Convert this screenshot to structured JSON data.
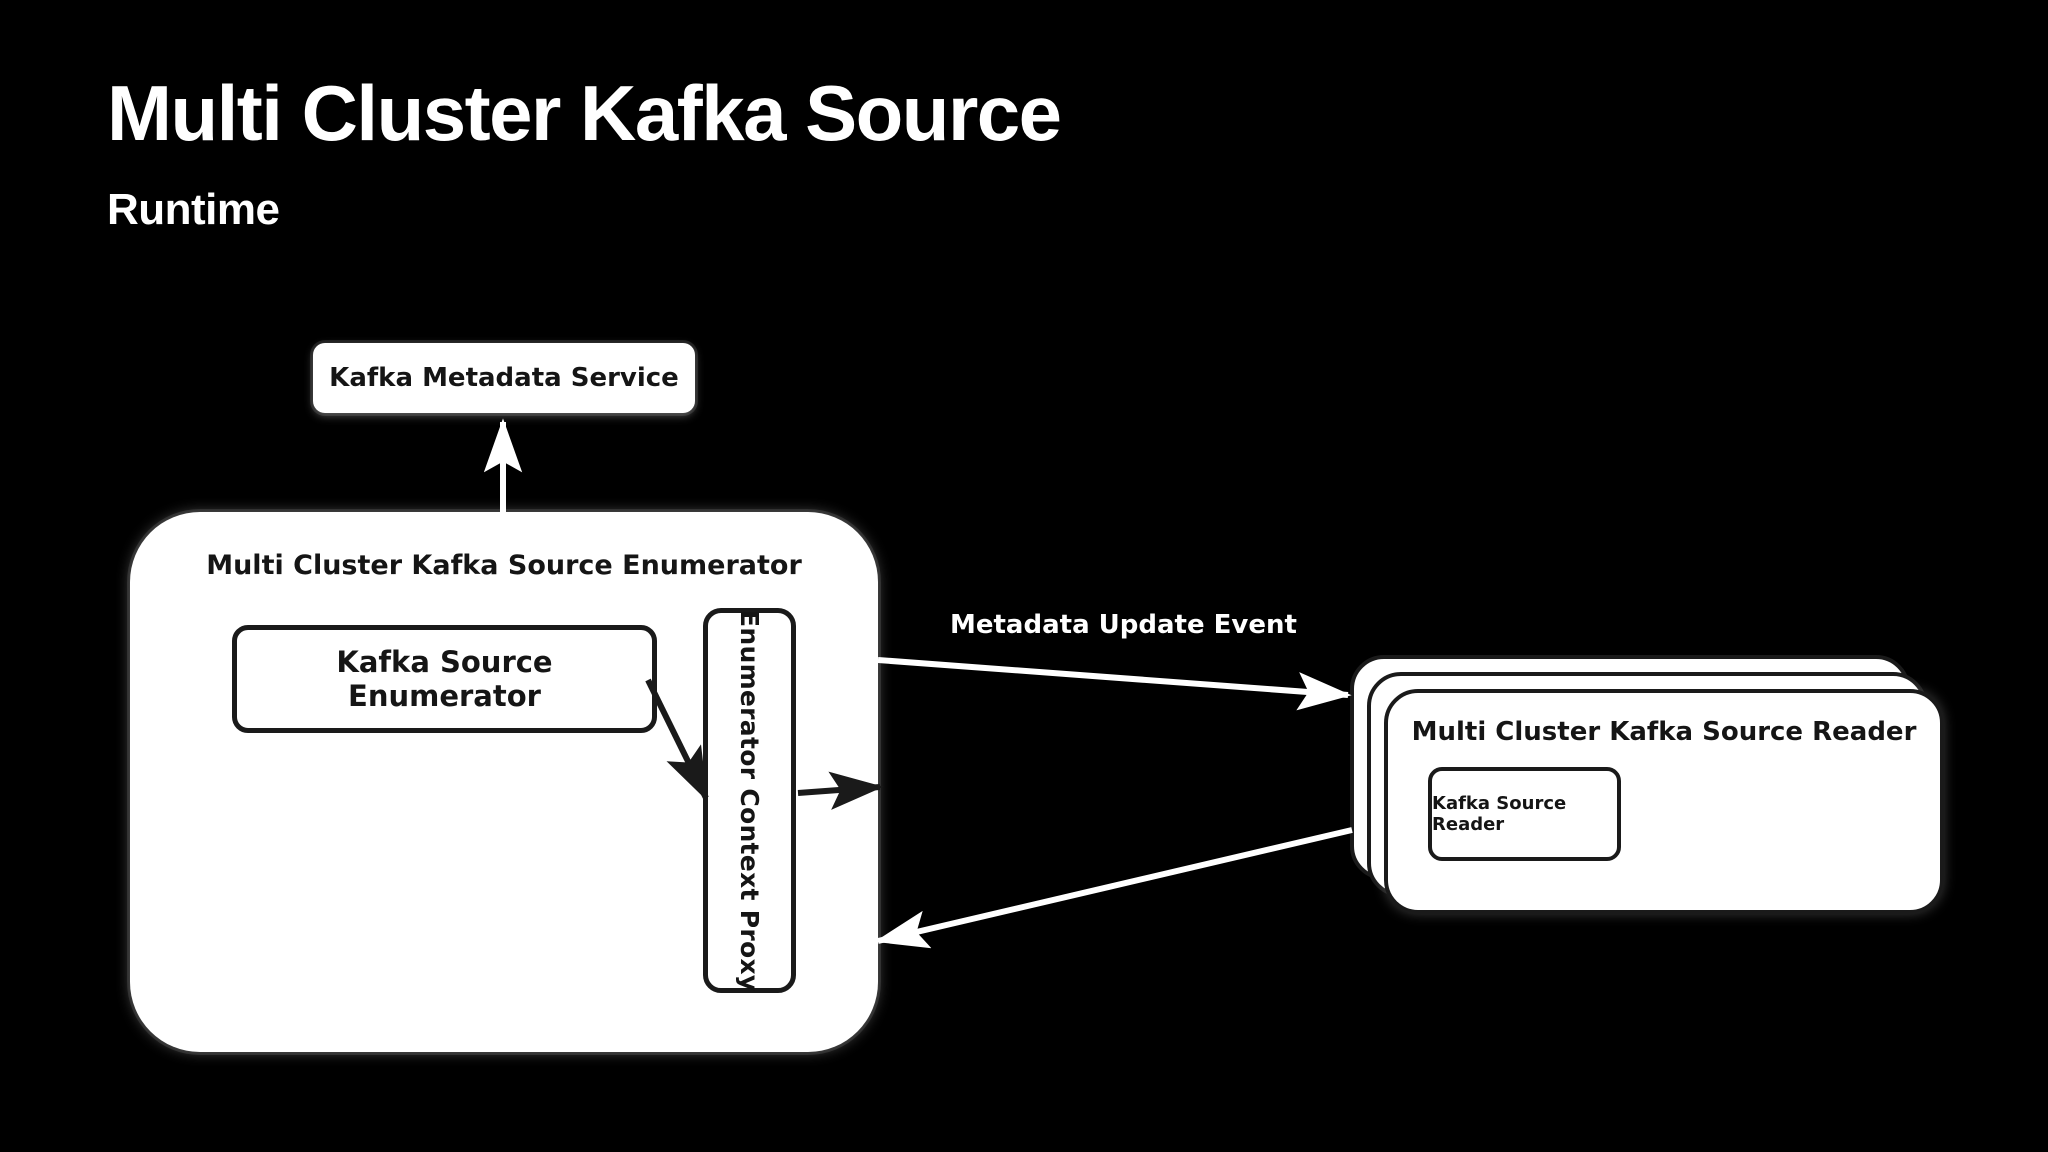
{
  "slide": {
    "background_color": "#000000",
    "title": "Multi Cluster Kafka Source",
    "subtitle": "Runtime"
  },
  "colors": {
    "background": "#000000",
    "node_fill": "#ffffff",
    "node_text": "#151515",
    "node_stroke": "#1a1a1a",
    "white_arrow": "#ffffff",
    "black_arrow": "#1a1a1a",
    "label_text": "#ffffff"
  },
  "nodes": {
    "metadata_service": {
      "label": "Kafka Metadata Service",
      "shape": "rounded-rect",
      "fill": "#ffffff"
    },
    "enumerator_container": {
      "label": "Multi Cluster Kafka Source Enumerator",
      "shape": "rounded-rect-large",
      "fill": "#ffffff"
    },
    "kafka_source_enumerator": {
      "label": "Kafka Source Enumerator",
      "shape": "rounded-rect-outlined"
    },
    "enumerator_context_proxy": {
      "label": "Enumerator Context Proxy",
      "shape": "rounded-rect-outlined-vertical",
      "orientation": "vertical"
    },
    "reader_container": {
      "label": "Multi Cluster Kafka Source Reader",
      "shape": "stacked-cards",
      "stack_count": 3
    },
    "kafka_source_reader": {
      "label": "Kafka Source Reader",
      "shape": "rounded-rect-outlined"
    }
  },
  "edges": [
    {
      "id": "enumerator-to-metadata-service",
      "from": "enumerator_container",
      "to": "metadata_service",
      "label": "",
      "color": "#ffffff",
      "direction": "up"
    },
    {
      "id": "kse-to-proxy",
      "from": "kafka_source_enumerator",
      "to": "enumerator_context_proxy",
      "label": "",
      "color": "#1a1a1a",
      "direction": "down-right"
    },
    {
      "id": "proxy-to-container-edge",
      "from": "enumerator_context_proxy",
      "to": "enumerator_container",
      "label": "",
      "color": "#1a1a1a",
      "direction": "right"
    },
    {
      "id": "enumerator-to-reader",
      "from": "enumerator_container",
      "to": "reader_container",
      "label": "Metadata Update Event",
      "color": "#ffffff",
      "direction": "right"
    },
    {
      "id": "reader-to-enumerator",
      "from": "reader_container",
      "to": "enumerator_container",
      "label": "",
      "color": "#ffffff",
      "direction": "left"
    }
  ],
  "labels": {
    "metadata_update_event": "Metadata Update Event"
  }
}
